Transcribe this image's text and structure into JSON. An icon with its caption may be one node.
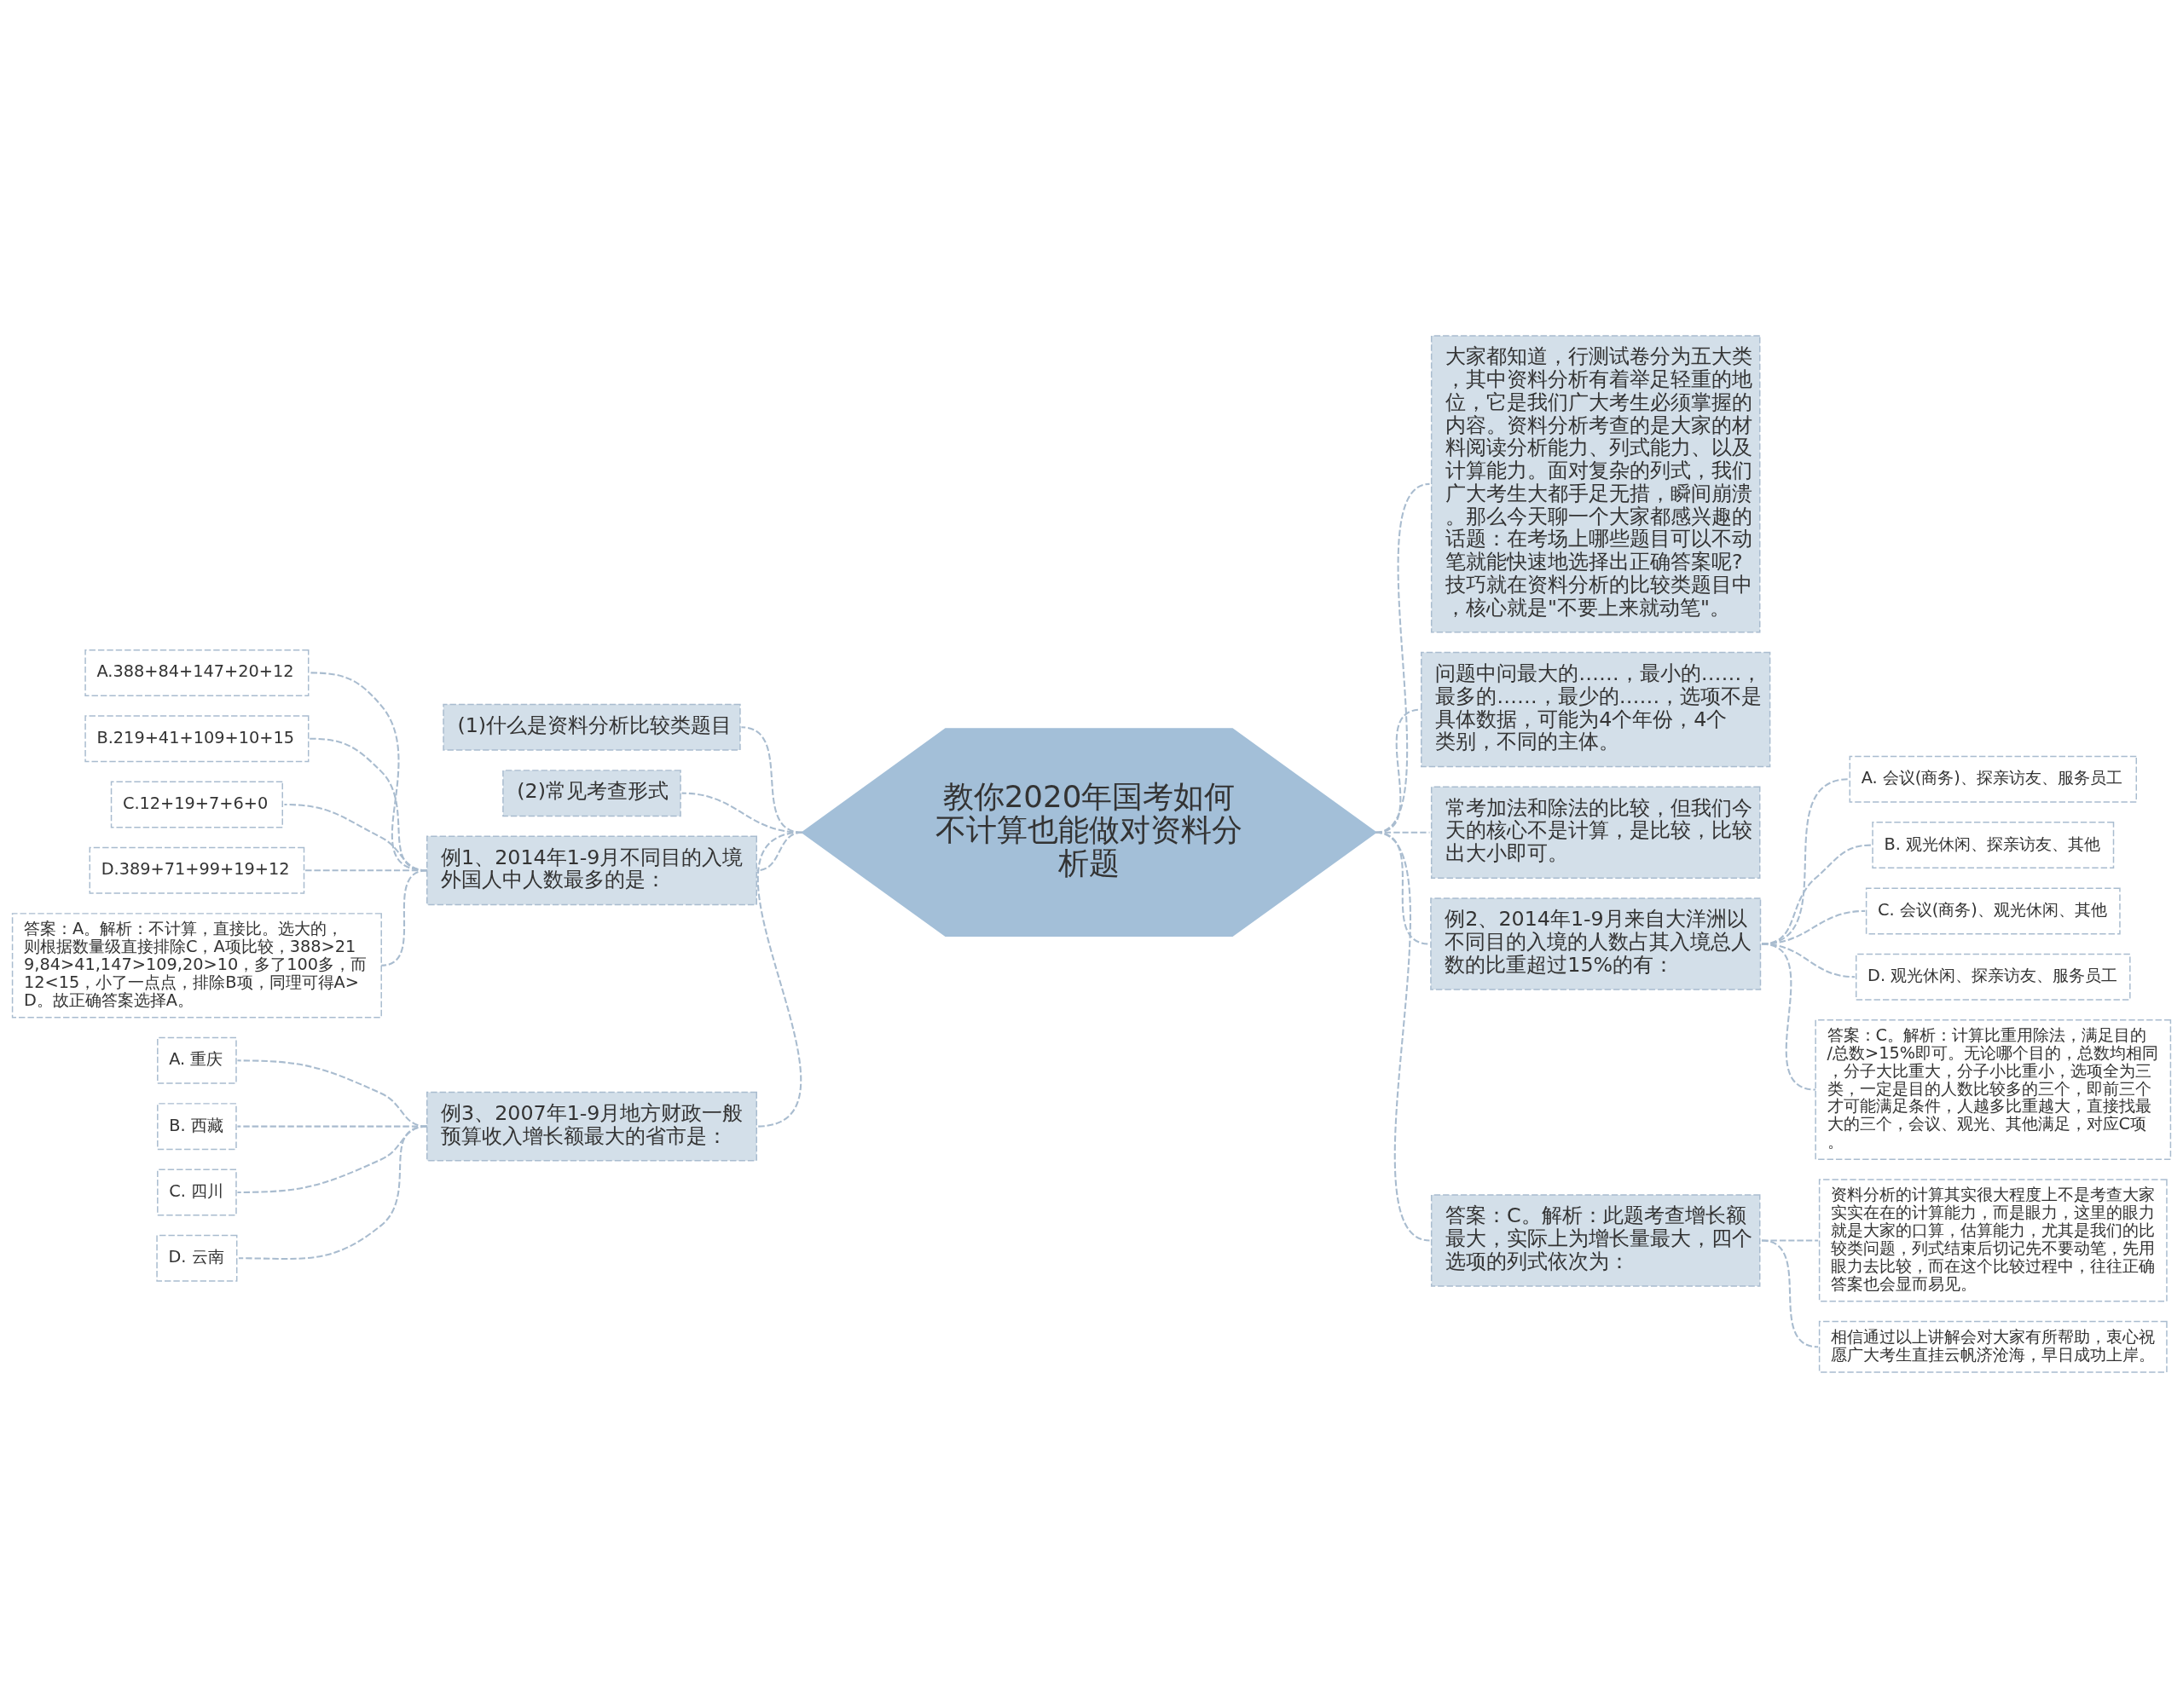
{
  "diagram": {
    "nodes": [
      {
        "text": [
          "教你2020年国考如何不计算也能做对资料分析题"
        ]
      },
      {
        "text": [
          "(1)什么是资料分析比较类题目"
        ]
      },
      {
        "text": [
          "(2)常见考查形式"
        ]
      },
      {
        "text": [
          "例1、2014年1-9月不同目的入境外国人中人数最多的是："
        ]
      },
      {
        "text": [
          "A.388+84+147+20+12"
        ]
      },
      {
        "text": [
          "B.219+41+109+10+15"
        ]
      },
      {
        "text": [
          "C.12+19+7+6+0"
        ]
      },
      {
        "text": [
          "D.389+71+99+19+12"
        ]
      },
      {
        "text": [
          "答案：A。解析：不计算，直接比。选大的，则根据数量级直接排除C，A项比较，388>219,84>41,147>109,20>10，多了100多，而12<15，小了一点点，排除B项，同理可得A>D。故正确答案选择A。"
        ]
      },
      {
        "text": [
          "例3、2007年1-9月地方财政一般预算收入增长额最大的省市是："
        ]
      },
      {
        "text": [
          "A. 重庆"
        ]
      },
      {
        "text": [
          "B. 西藏"
        ]
      },
      {
        "text": [
          "C. 四川"
        ]
      },
      {
        "text": [
          "D. 云南"
        ]
      },
      {
        "text": [
          "大家都知道，行测试卷分为五大类，其中资料分析有着举足轻重的地位，它是我们广大考生必须掌握的内容。资料分析考查的是大家的材料阅读分析能力、列式能力、以及计算能力。面对复杂的列式，我们广大考生大都手足无措，瞬间崩溃。那么今天聊一个大家都感兴趣的话题：在考场上哪些题目可以不动笔就能快速地选择出正确答案呢?技巧就在资料分析的比较类题目中，核心就是\"不要上来就动笔\"。"
        ]
      },
      {
        "text": [
          "问题中问最大的……，最小的……，最多的……，最少的……，选项不是具体数据，可能为4个年份，4个类别，不同的主体。"
        ]
      },
      {
        "text": [
          "常考加法和除法的比较，但我们今天的核心不是计算，是比较，比较出大小即可。"
        ]
      },
      {
        "text": [
          "例2、2014年1-9月来自大洋洲以不同目的入境的人数占其入境总人数的比重超过15%的有："
        ]
      },
      {
        "text": [
          "A. 会议(商务)、探亲访友、服务员工"
        ]
      },
      {
        "text": [
          "B. 观光休闲、探亲访友、其他"
        ]
      },
      {
        "text": [
          "C. 会议(商务)、观光休闲、其他"
        ]
      },
      {
        "text": [
          "D. 观光休闲、探亲访友、服务员工"
        ]
      },
      {
        "text": [
          "答案：C。解析：计算比重用除法，满足目的/总数>15%即可。无论哪个目的，总数均相同，分子大比重大，分子小比重小，选项全为三类，一定是目的人数比较多的三个，即前三个才可能满足条件，人越多比重越大，直接找最大的三个，会议、观光、其他满足，对应C项。"
        ]
      },
      {
        "text": [
          "答案：C。解析：此题考查增长额最大，实际上为增长量最大，四个选项的列式依次为："
        ]
      },
      {
        "text": [
          "资料分析的计算其实很大程度上不是考查大家实实在在的计算能力，而是眼力，这里的眼力就是大家的口算，估算能力，尤其是我们的比较类问题，列式结束后切记先不要动笔，先用眼力去比较，而在这个比较过程中，往往正确答案也会显而易见。"
        ]
      },
      {
        "text": [
          "相信通过以上讲解会对大家有所帮助，衷心祝愿广大考生直挂云帆济沧海，早日成功上岸。"
        ]
      }
    ],
    "edges": [
      {
        "from": 0,
        "to": 1,
        "arrow": "none",
        "style": "dashed"
      },
      {
        "from": 0,
        "to": 2,
        "arrow": "none",
        "style": "dashed"
      },
      {
        "from": 0,
        "to": 3,
        "arrow": "none",
        "style": "dashed"
      },
      {
        "from": 3,
        "to": 4,
        "arrow": "none",
        "style": "dashed"
      },
      {
        "from": 3,
        "to": 5,
        "arrow": "none",
        "style": "dashed"
      },
      {
        "from": 3,
        "to": 6,
        "arrow": "none",
        "style": "dashed"
      },
      {
        "from": 3,
        "to": 7,
        "arrow": "none",
        "style": "dashed"
      },
      {
        "from": 3,
        "to": 8,
        "arrow": "none",
        "style": "dashed"
      },
      {
        "from": 0,
        "to": 9,
        "arrow": "none",
        "style": "dashed"
      },
      {
        "from": 9,
        "to": 10,
        "arrow": "none",
        "style": "dashed"
      },
      {
        "from": 9,
        "to": 11,
        "arrow": "none",
        "style": "dashed"
      },
      {
        "from": 9,
        "to": 12,
        "arrow": "none",
        "style": "dashed"
      },
      {
        "from": 9,
        "to": 13,
        "arrow": "none",
        "style": "dashed"
      },
      {
        "from": 0,
        "to": 14,
        "arrow": "none",
        "style": "dashed"
      },
      {
        "from": 0,
        "to": 15,
        "arrow": "none",
        "style": "dashed"
      },
      {
        "from": 0,
        "to": 16,
        "arrow": "none",
        "style": "dashed"
      },
      {
        "from": 0,
        "to": 17,
        "arrow": "none",
        "style": "dashed"
      },
      {
        "from": 17,
        "to": 18,
        "arrow": "none",
        "style": "dashed"
      },
      {
        "from": 17,
        "to": 19,
        "arrow": "none",
        "style": "dashed"
      },
      {
        "from": 17,
        "to": 20,
        "arrow": "none",
        "style": "dashed"
      },
      {
        "from": 17,
        "to": 21,
        "arrow": "none",
        "style": "dashed"
      },
      {
        "from": 17,
        "to": 22,
        "arrow": "none",
        "style": "dashed"
      },
      {
        "from": 0,
        "to": 23,
        "arrow": "none",
        "style": "dashed"
      },
      {
        "from": 23,
        "to": 24,
        "arrow": "none",
        "style": "dashed"
      },
      {
        "from": 23,
        "to": 25,
        "arrow": "none",
        "style": "dashed"
      }
    ]
  }
}
